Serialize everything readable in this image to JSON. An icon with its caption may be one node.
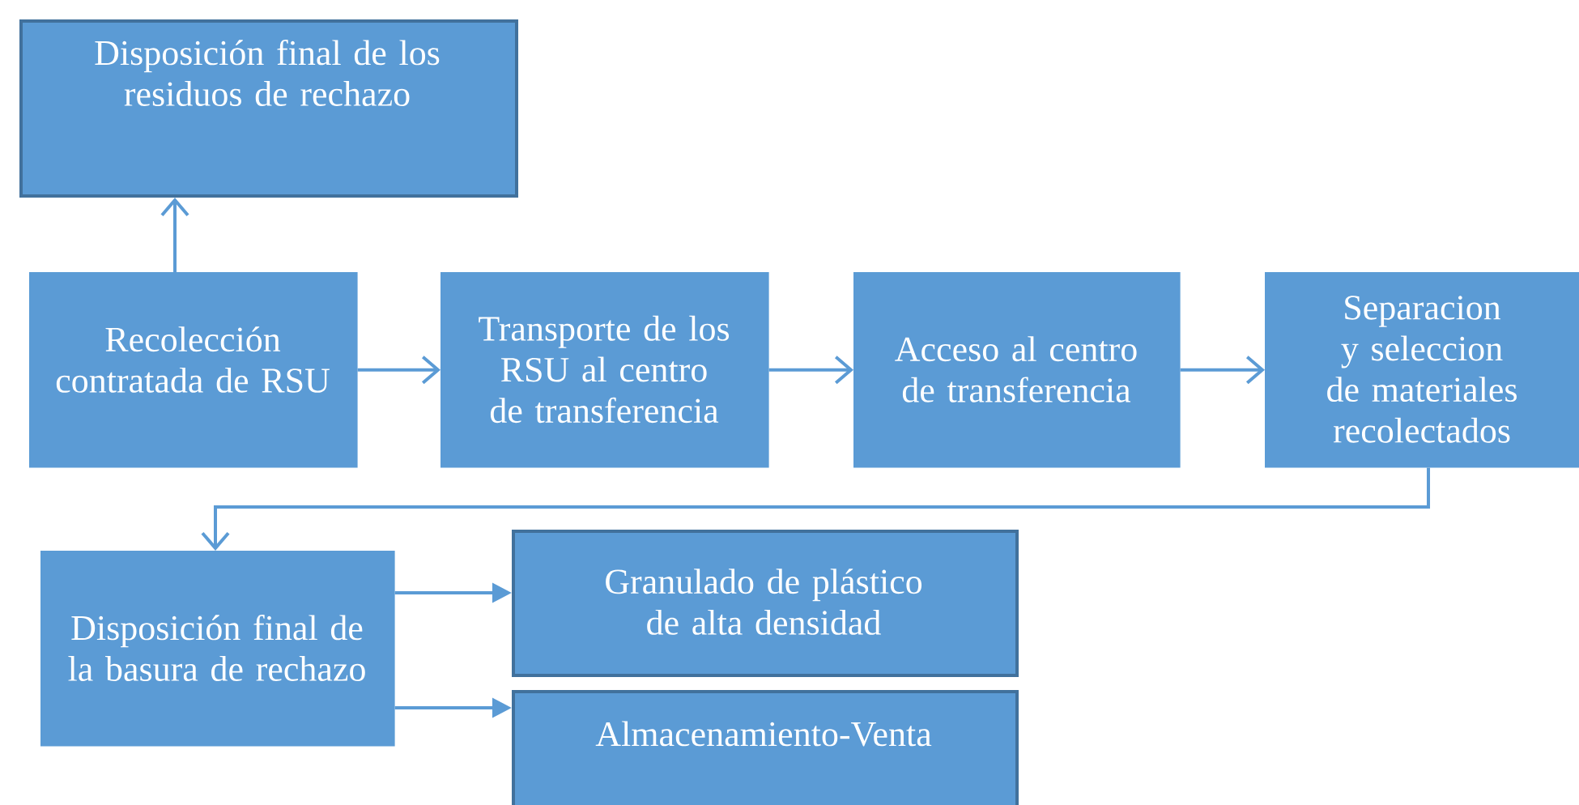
{
  "diagram": {
    "nodes": [
      {
        "text": [
          "Disposición final de los residuos de rechazo"
        ]
      },
      {
        "text": [
          "Recolección contratada de RSU"
        ]
      },
      {
        "text": [
          "Transporte de los RSU al centro de transferencia"
        ]
      },
      {
        "text": [
          "Acceso al centro de transferencia"
        ]
      },
      {
        "text": [
          "Separacion y seleccion de materiales recolectados"
        ]
      },
      {
        "text": [
          "Disposición final de la basura de rechazo"
        ]
      },
      {
        "text": [
          "Granulado de plástico de alta densidad"
        ]
      },
      {
        "text": [
          "Almacenamiento-Venta"
        ]
      }
    ],
    "edges": [
      {
        "from": 1,
        "to": 0,
        "arrow": "to"
      },
      {
        "from": 1,
        "to": 2,
        "arrow": "to"
      },
      {
        "from": 2,
        "to": 3,
        "arrow": "to"
      },
      {
        "from": 3,
        "to": 4,
        "arrow": "to"
      },
      {
        "from": 4,
        "to": 5,
        "arrow": "to"
      },
      {
        "from": 5,
        "to": 6,
        "arrow": "to"
      },
      {
        "from": 5,
        "to": 7,
        "arrow": "to"
      }
    ]
  }
}
